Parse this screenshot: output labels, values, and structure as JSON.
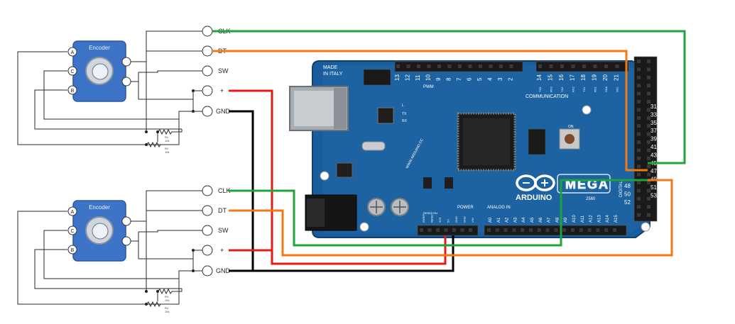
{
  "encoders": [
    {
      "title": "Encoder",
      "pins": [
        "A",
        "C",
        "B"
      ],
      "resistors": [
        {
          "name": "R1",
          "value": "10k"
        },
        {
          "name": "R2",
          "value": "10k"
        }
      ],
      "terminals": [
        "CLK",
        "DT",
        "SW",
        "+",
        "GND"
      ]
    },
    {
      "title": "Encoder",
      "pins": [
        "A",
        "C",
        "B"
      ],
      "resistors": [
        {
          "name": "R3",
          "value": "10k"
        },
        {
          "name": "R4",
          "value": "10k"
        }
      ],
      "terminals": [
        "CLK",
        "DT",
        "SW",
        "+",
        "GND"
      ]
    }
  ],
  "board": {
    "made_in": [
      "MADE",
      "IN ITALY"
    ],
    "brand": "ARDUINO",
    "model": "MEGA",
    "model_sub": "2560",
    "url": "WWW.ARDUINO.CC",
    "communication": "COMMUNICATION",
    "pwm": "PWM",
    "power": "POWER",
    "analog_in": "ANALOG IN",
    "digital": "DIGITAL",
    "on_label": "ON",
    "tx_label": "TX",
    "rx_label": "RX",
    "l_label": "L",
    "reset_label": "RESET EN",
    "pwm_pins": [
      "13",
      "12",
      "11",
      "10",
      "9",
      "8",
      "7",
      "6",
      "5",
      "4",
      "3",
      "2"
    ],
    "comm_pins": [
      "14",
      "15",
      "16",
      "17",
      "18",
      "19",
      "20",
      "21"
    ],
    "comm_names": [
      "TX3",
      "RX3",
      "TX2",
      "RX2",
      "TX1",
      "RX1",
      "SDA",
      "SCL"
    ],
    "digital_pins_odd": [
      "31",
      "33",
      "35",
      "37",
      "39",
      "41",
      "43",
      "45",
      "47",
      "49",
      "51",
      "53"
    ],
    "digital_pins_even": [
      "48",
      "50",
      "52"
    ],
    "analog_pins": [
      "A0",
      "A1",
      "A2",
      "A3",
      "A4",
      "A5",
      "A6",
      "A7",
      "A8",
      "A9",
      "A10",
      "A11",
      "A12",
      "A13",
      "A14",
      "A15"
    ],
    "power_pins": [
      "IOREF",
      "RESET",
      "3V3",
      "5V",
      "GND",
      "GND",
      "VIN"
    ]
  },
  "wire_colors": {
    "clk": "#1fa33a",
    "dt": "#f07a18",
    "plus": "#e31b1b",
    "gnd": "#000000"
  }
}
